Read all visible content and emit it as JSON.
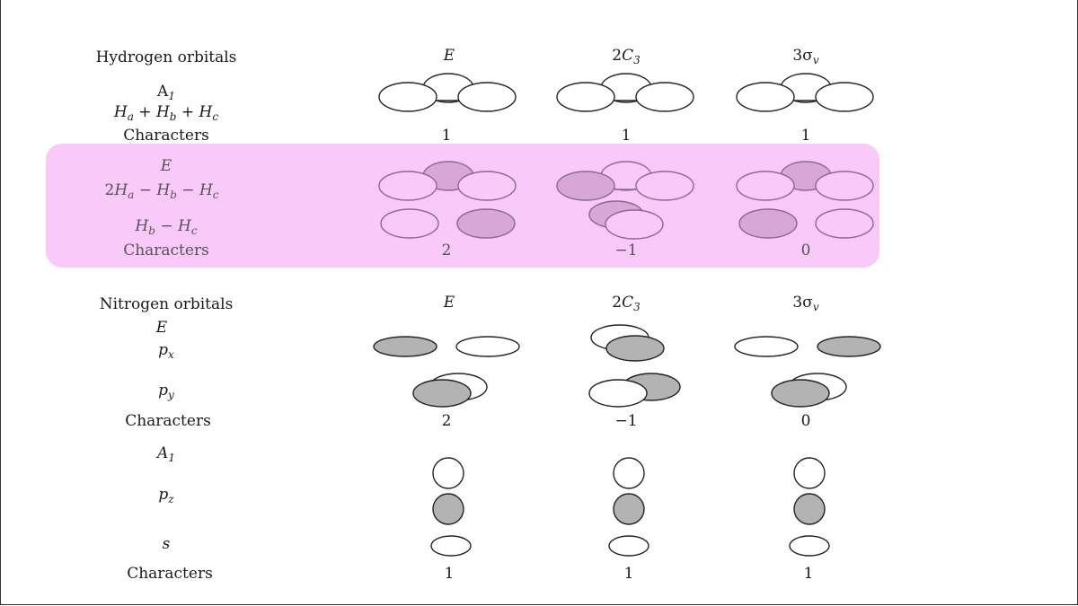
{
  "hydrogen": {
    "title": "Hydrogen orbitals",
    "ops": {
      "E": "E",
      "c3_coef": "2",
      "c3_sym": "C",
      "c3_sub": "3",
      "sv_coef": "3",
      "sv_sym": "σ",
      "sv_sub": "v"
    },
    "a1": {
      "label": "A",
      "label_sub": "1",
      "combo": {
        "h1": "H",
        "s1": "a",
        "plus1": " + ",
        "h2": "H",
        "s2": "b",
        "plus2": " + ",
        "h3": "H",
        "s3": "c"
      },
      "characters_label": "Characters",
      "characters": [
        "1",
        "1",
        "1"
      ]
    },
    "e": {
      "label": "E",
      "combo1": {
        "coef": "2",
        "h1": "H",
        "s1": "a",
        "m1": " − ",
        "h2": "H",
        "s2": "b",
        "m2": " − ",
        "h3": "H",
        "s3": "c"
      },
      "combo2": {
        "h1": "H",
        "s1": "b",
        "m1": " − ",
        "h2": "H",
        "s2": "c"
      },
      "characters_label": "Characters",
      "characters": [
        "2",
        "−1",
        "0"
      ]
    }
  },
  "nitrogen": {
    "title": "Nitrogen orbitals",
    "ops": {
      "E": "E",
      "c3_coef": "2",
      "c3_sym": "C",
      "c3_sub": "3",
      "sv_coef": "3",
      "sv_sym": "σ",
      "sv_sub": "v"
    },
    "e": {
      "label": "E",
      "px": {
        "p": "p",
        "sub": "x"
      },
      "py": {
        "p": "p",
        "sub": "y"
      },
      "characters_label": "Characters",
      "characters": [
        "2",
        "−1",
        "0"
      ]
    },
    "a1": {
      "label": "A",
      "label_sub": "1",
      "pz": {
        "p": "p",
        "sub": "z"
      },
      "s": "s",
      "characters_label": "Characters",
      "characters": [
        "1",
        "1",
        "1"
      ]
    }
  },
  "colors": {
    "highlight": "#f9c9f9",
    "shade": "#b3b3b3",
    "shade_pink": "#d9a6d9"
  }
}
